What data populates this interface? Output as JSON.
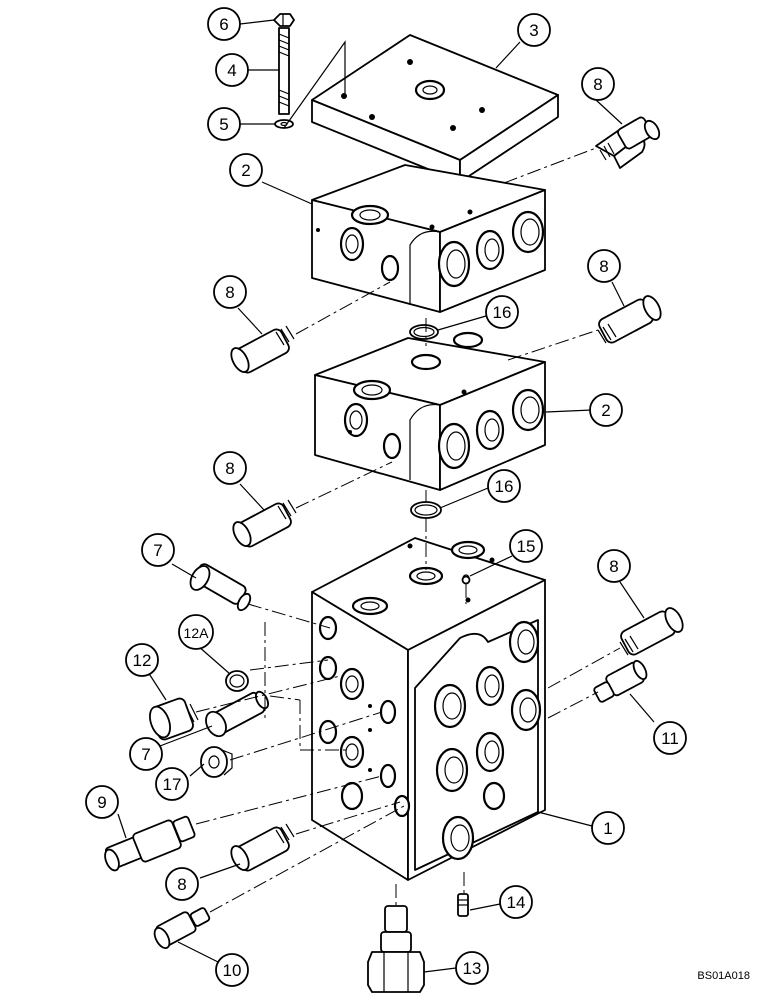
{
  "figure_code": "BS01A018",
  "callouts": [
    {
      "id": "c6",
      "label": "6"
    },
    {
      "id": "c4",
      "label": "4"
    },
    {
      "id": "c5",
      "label": "5"
    },
    {
      "id": "c3",
      "label": "3"
    },
    {
      "id": "c8a",
      "label": "8"
    },
    {
      "id": "c2a",
      "label": "2"
    },
    {
      "id": "c8b",
      "label": "8"
    },
    {
      "id": "c16a",
      "label": "16"
    },
    {
      "id": "c8c",
      "label": "8"
    },
    {
      "id": "c2b",
      "label": "2"
    },
    {
      "id": "c8d",
      "label": "8"
    },
    {
      "id": "c16b",
      "label": "16"
    },
    {
      "id": "c7a",
      "label": "7"
    },
    {
      "id": "c15",
      "label": "15"
    },
    {
      "id": "c8e",
      "label": "8"
    },
    {
      "id": "c12a",
      "label": "12A"
    },
    {
      "id": "c12",
      "label": "12"
    },
    {
      "id": "c11",
      "label": "11"
    },
    {
      "id": "c7b",
      "label": "7"
    },
    {
      "id": "c17",
      "label": "17"
    },
    {
      "id": "c9",
      "label": "9"
    },
    {
      "id": "c1",
      "label": "1"
    },
    {
      "id": "c8f",
      "label": "8"
    },
    {
      "id": "c14",
      "label": "14"
    },
    {
      "id": "c10",
      "label": "10"
    },
    {
      "id": "c13",
      "label": "13"
    }
  ]
}
